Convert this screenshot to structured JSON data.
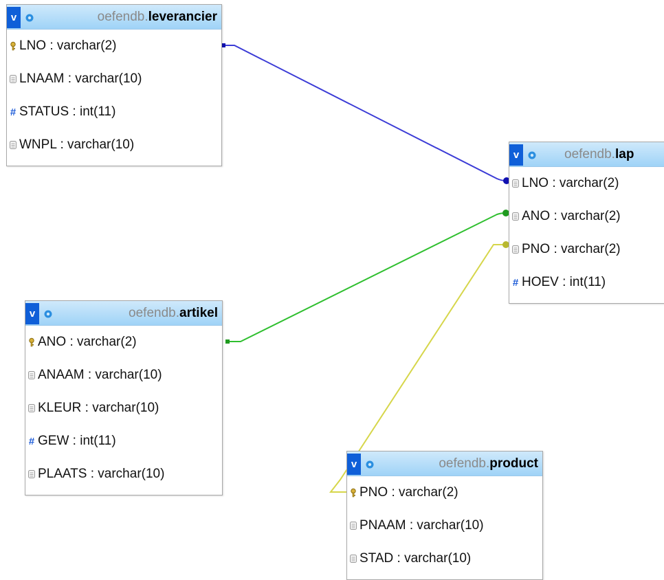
{
  "database": "oefendb.",
  "toggle_label": "v",
  "colors": {
    "header_top": "#cfe9fb",
    "header_bottom": "#9fd3f7",
    "toggle_bg": "#0f5fd8",
    "rel_leverancier_lap": "#3b3bd6",
    "rel_artikel_lap": "#2fbf2f",
    "rel_product_lap": "#d6d64a"
  },
  "tables": {
    "leverancier": {
      "name": "leverancier",
      "columns": [
        {
          "label": "LNO : varchar(2)",
          "icon": "key-icon"
        },
        {
          "label": "LNAAM : varchar(10)",
          "icon": "column-icon"
        },
        {
          "label": "STATUS : int(11)",
          "icon": "numeric-icon"
        },
        {
          "label": "WNPL : varchar(10)",
          "icon": "column-icon"
        }
      ]
    },
    "lap": {
      "name": "lap",
      "columns": [
        {
          "label": "LNO : varchar(2)",
          "icon": "column-icon"
        },
        {
          "label": "ANO : varchar(2)",
          "icon": "column-icon"
        },
        {
          "label": "PNO : varchar(2)",
          "icon": "column-icon"
        },
        {
          "label": "HOEV : int(11)",
          "icon": "numeric-icon"
        }
      ]
    },
    "artikel": {
      "name": "artikel",
      "columns": [
        {
          "label": "ANO : varchar(2)",
          "icon": "key-icon"
        },
        {
          "label": "ANAAM : varchar(10)",
          "icon": "column-icon"
        },
        {
          "label": "KLEUR : varchar(10)",
          "icon": "column-icon"
        },
        {
          "label": "GEW : int(11)",
          "icon": "numeric-icon"
        },
        {
          "label": "PLAATS : varchar(10)",
          "icon": "column-icon"
        }
      ]
    },
    "product": {
      "name": "product",
      "columns": [
        {
          "label": "PNO : varchar(2)",
          "icon": "key-icon"
        },
        {
          "label": "PNAAM : varchar(10)",
          "icon": "column-icon"
        },
        {
          "label": "STAD : varchar(10)",
          "icon": "column-icon"
        }
      ]
    }
  }
}
